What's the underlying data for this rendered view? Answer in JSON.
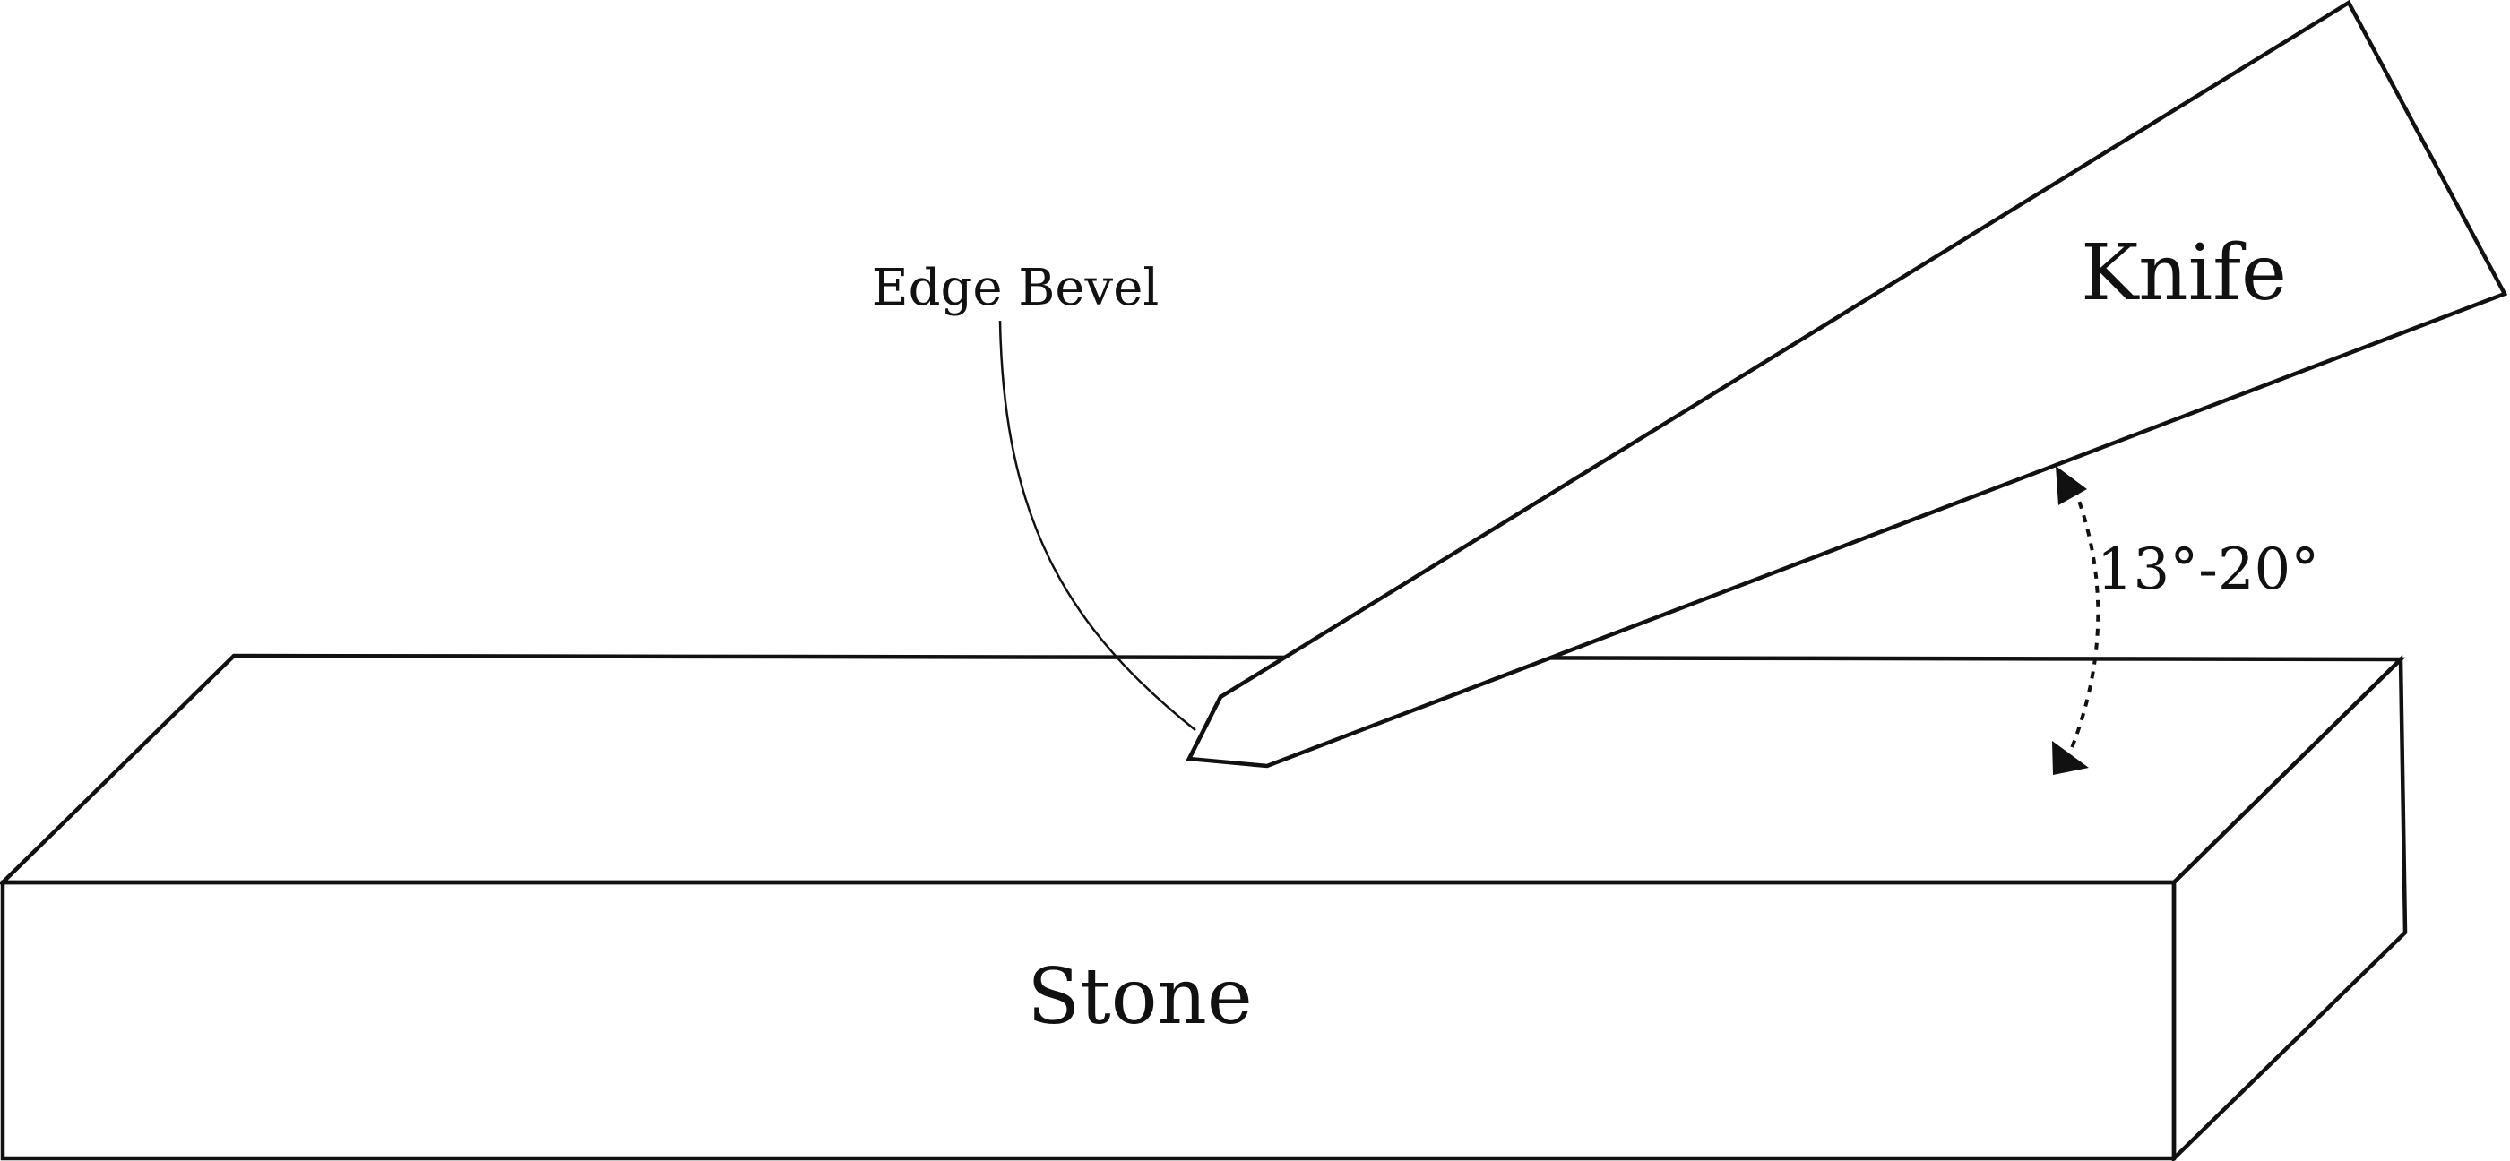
{
  "labels": {
    "knife": "Knife",
    "stone": "Stone",
    "edge_bevel": "Edge Bevel",
    "angle": "13°-20°"
  },
  "colors": {
    "stroke": "#111111",
    "background": "#ffffff"
  }
}
